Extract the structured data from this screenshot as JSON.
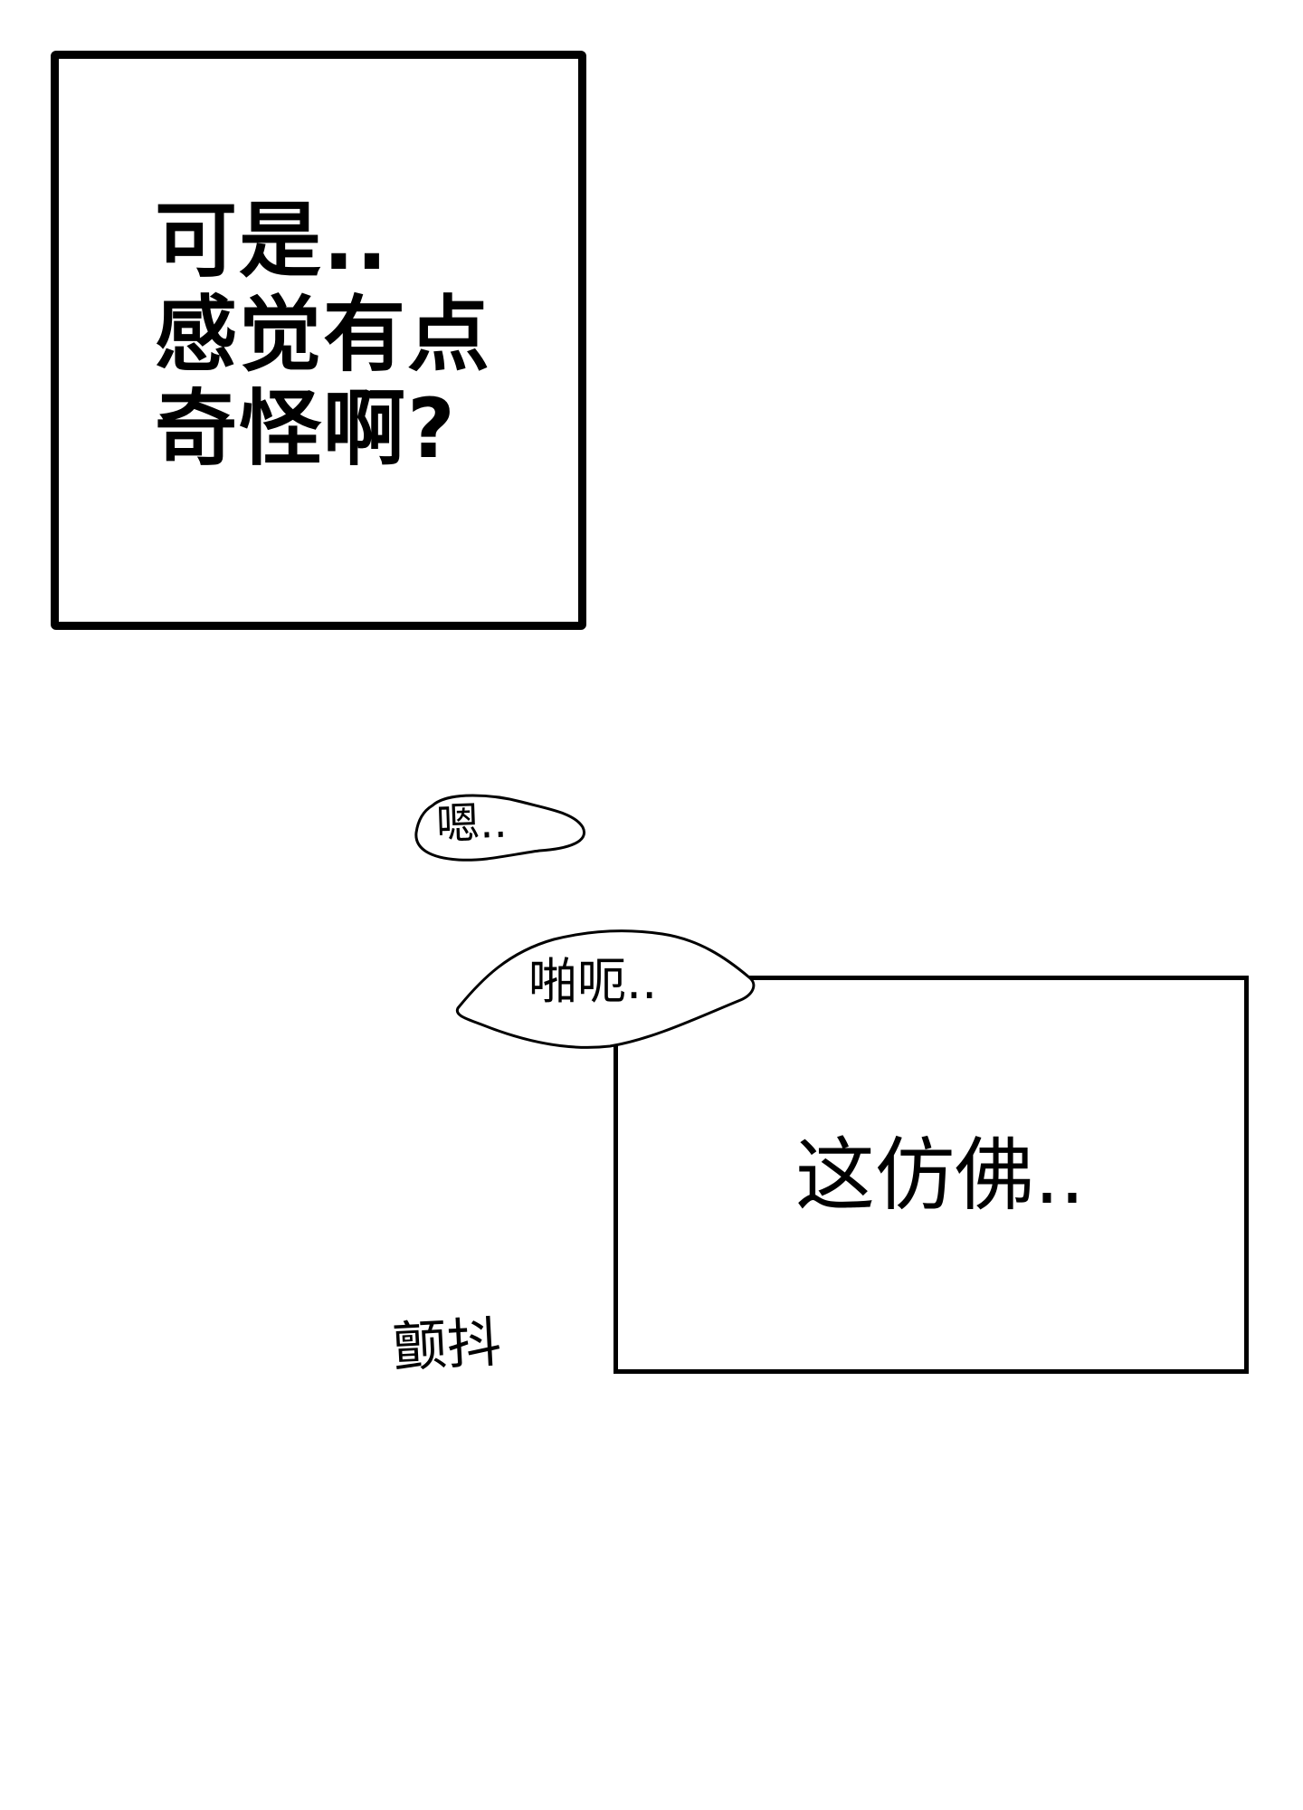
{
  "panels": {
    "top_panel_text": "可是..\n感觉有点\n奇怪啊?",
    "bottom_panel_text": "这仿佛.."
  },
  "bubbles": {
    "small_bubble_text": "嗯..",
    "large_bubble_text": "啪呃.."
  },
  "sound_effect": "颤抖"
}
